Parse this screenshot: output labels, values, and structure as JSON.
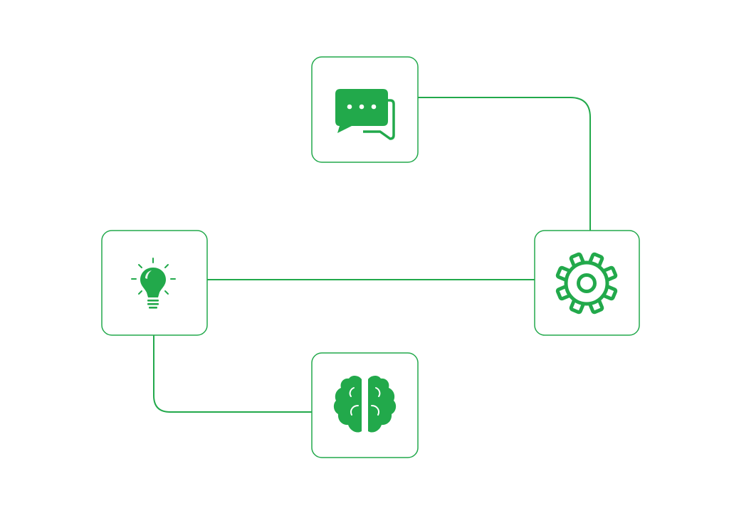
{
  "diagram": {
    "type": "flow",
    "accent_color": "#22a94b",
    "background_color": "#ffffff",
    "nodes": [
      {
        "id": "chat",
        "icon": "chat-bubbles-icon"
      },
      {
        "id": "gear",
        "icon": "gear-icon"
      },
      {
        "id": "bulb",
        "icon": "lightbulb-icon"
      },
      {
        "id": "brain",
        "icon": "brain-icon"
      }
    ],
    "edges": [
      {
        "from": "chat",
        "to": "gear"
      },
      {
        "from": "gear",
        "to": "bulb"
      },
      {
        "from": "bulb",
        "to": "brain"
      }
    ]
  }
}
